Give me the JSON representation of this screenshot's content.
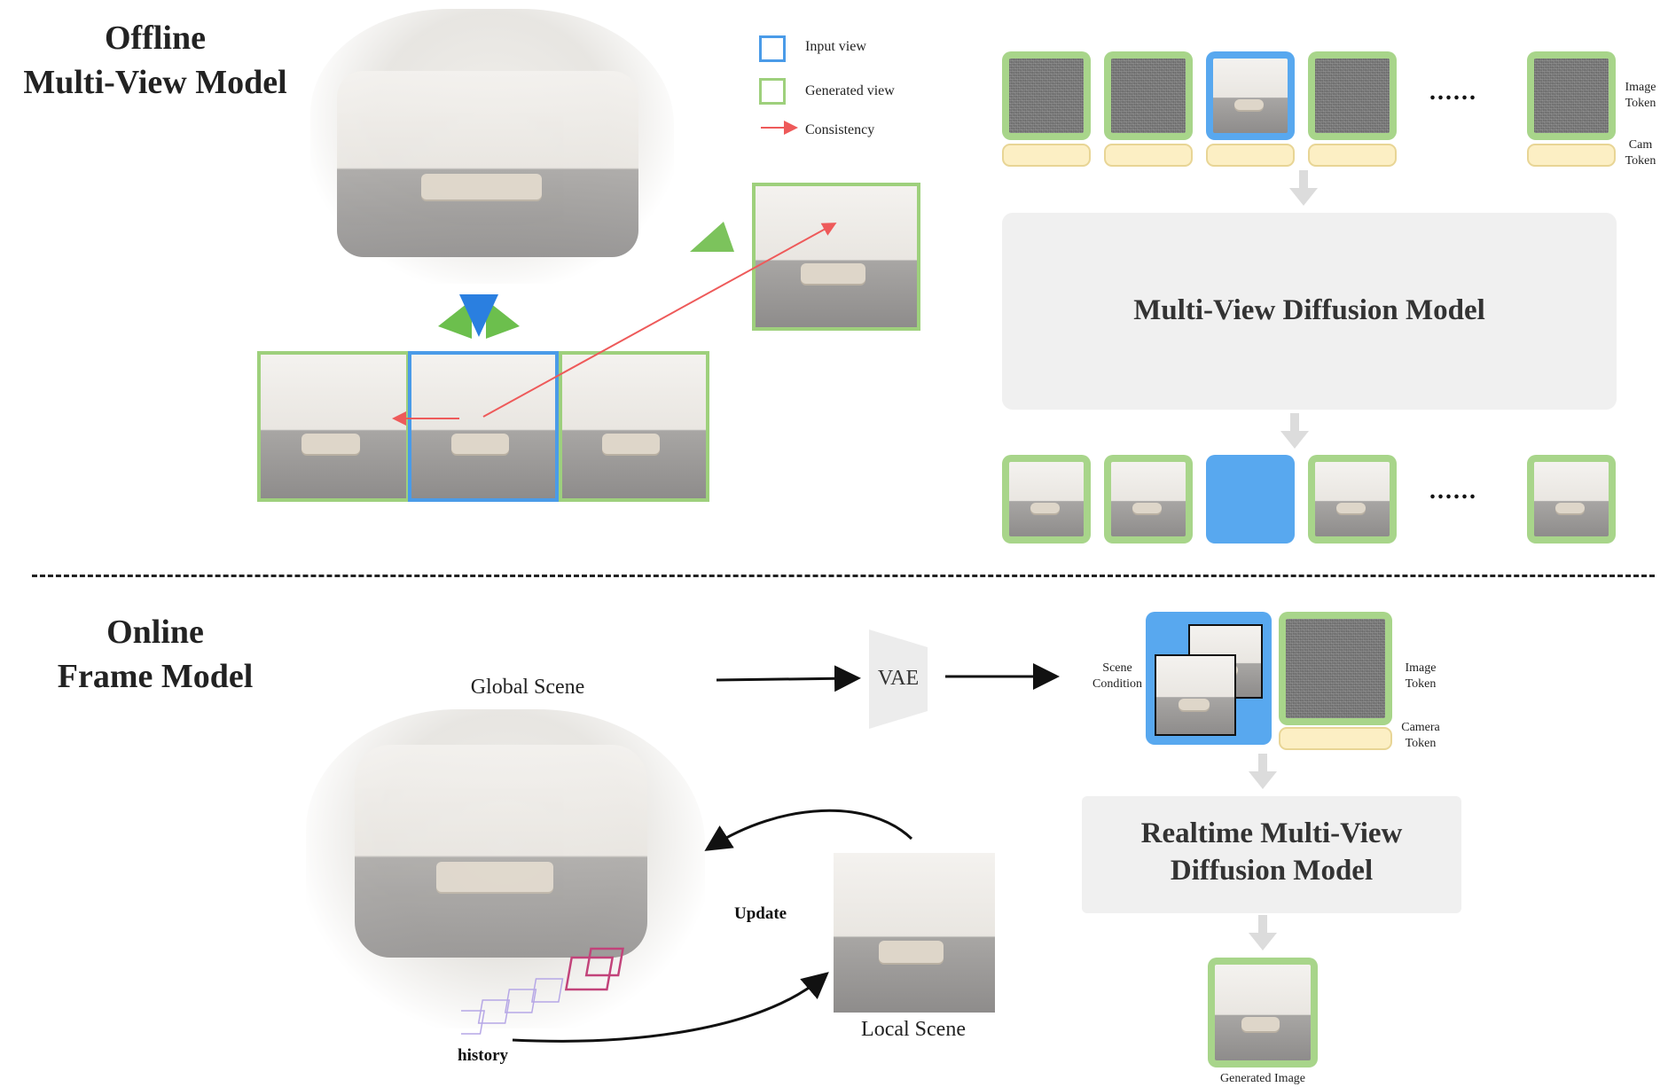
{
  "offline": {
    "title_line1": "Offline",
    "title_line2": "Multi-View Model",
    "legend": {
      "input_view": "Input view",
      "generated_view": "Generated view",
      "consistency": "Consistency"
    },
    "dots": "......",
    "image_token": "Image Token",
    "image_token_l1": "Image",
    "image_token_l2": "Token",
    "cam_token_l1": "Cam",
    "cam_token_l2": "Token",
    "model_title": "Multi-View Diffusion Model"
  },
  "online": {
    "title_line1": "Online",
    "title_line2": "Frame Model",
    "global_scene": "Global Scene",
    "local_scene": "Local Scene",
    "vae": "VAE",
    "update": "Update",
    "history": "history",
    "scene_condition_l1": "Scene",
    "scene_condition_l2": "Condition",
    "image_token_l1": "Image",
    "image_token_l2": "Token",
    "camera_token_l1": "Camera",
    "camera_token_l2": "Token",
    "model_title_l1": "Realtime Multi-View",
    "model_title_l2": "Diffusion Model",
    "generated_image": "Generated Image"
  },
  "colors": {
    "generated": "#9ed07c",
    "input": "#4a9be8",
    "camera_token": "#fcefc4",
    "consistency_arrow": "#ee5a5a",
    "model_box": "#f0f0f0"
  }
}
